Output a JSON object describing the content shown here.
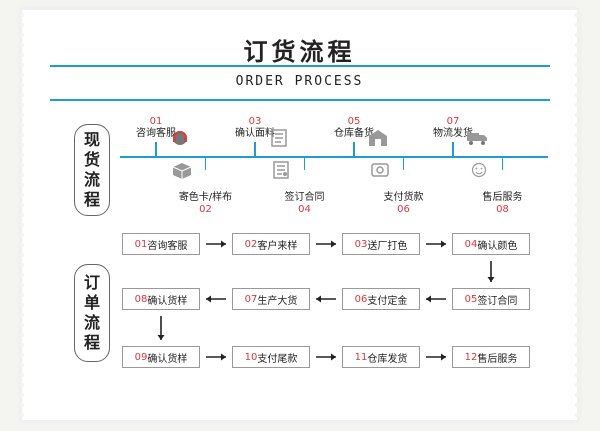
{
  "header": {
    "title": "订货流程",
    "subtitle": "ORDER PROCESS"
  },
  "sections": {
    "stock_tag": [
      "现",
      "货",
      "流",
      "程"
    ],
    "order_tag": [
      "订",
      "单",
      "流",
      "程"
    ]
  },
  "stock_flow": [
    {
      "num": "01",
      "label": "咨询客服",
      "icon": "headset-icon"
    },
    {
      "num": "02",
      "label": "寄色卡/样布",
      "icon": "package-icon"
    },
    {
      "num": "03",
      "label": "确认面料",
      "icon": "checklist-icon"
    },
    {
      "num": "04",
      "label": "签订合同",
      "icon": "contract-icon"
    },
    {
      "num": "05",
      "label": "仓库备货",
      "icon": "warehouse-icon"
    },
    {
      "num": "06",
      "label": "支付货款",
      "icon": "payment-icon"
    },
    {
      "num": "07",
      "label": "物流发货",
      "icon": "truck-icon"
    },
    {
      "num": "08",
      "label": "售后服务",
      "icon": "smile-icon"
    }
  ],
  "order_flow": [
    {
      "num": "01",
      "label": "咨询客服"
    },
    {
      "num": "02",
      "label": "客户来样"
    },
    {
      "num": "03",
      "label": "送厂打色"
    },
    {
      "num": "04",
      "label": "确认颜色"
    },
    {
      "num": "05",
      "label": "签订合同"
    },
    {
      "num": "06",
      "label": "支付定金"
    },
    {
      "num": "07",
      "label": "生产大货"
    },
    {
      "num": "08",
      "label": "确认货样"
    },
    {
      "num": "09",
      "label": "确认货样"
    },
    {
      "num": "10",
      "label": "支付尾款"
    },
    {
      "num": "11",
      "label": "仓库发货"
    },
    {
      "num": "12",
      "label": "售后服务"
    }
  ],
  "colors": {
    "accent_blue": "#1f9bd6",
    "number_red": "#d9363e"
  }
}
